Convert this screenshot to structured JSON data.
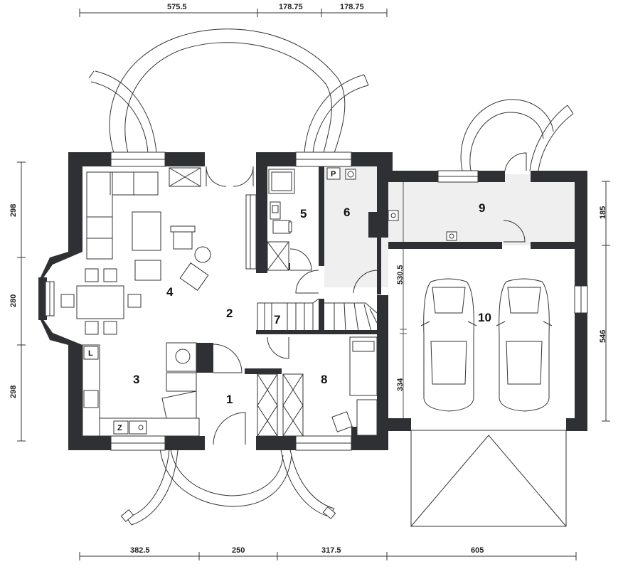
{
  "dimensions": {
    "top": [
      "575.5",
      "178.75",
      "178.75"
    ],
    "bottom": [
      "382.5",
      "250",
      "317.5",
      "605"
    ],
    "left": [
      "298",
      "280",
      "298"
    ],
    "right": [
      "185",
      "546"
    ],
    "inner": [
      "530.5",
      "334"
    ]
  },
  "rooms": [
    "1",
    "2",
    "3",
    "4",
    "5",
    "6",
    "7",
    "8",
    "9",
    "10"
  ],
  "marks": {
    "larder": "L",
    "boiler": "P",
    "cooker": "Z"
  },
  "colors": {
    "wall": "#2e3033",
    "floor_utility": "#efefef",
    "line": "#333333"
  }
}
